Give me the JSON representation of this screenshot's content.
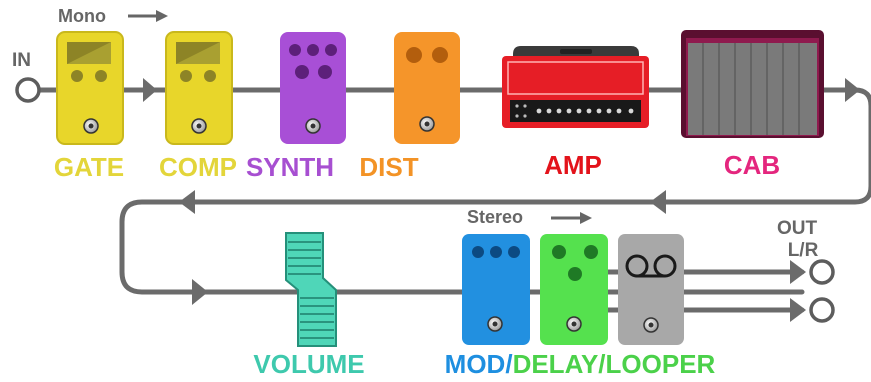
{
  "labels": {
    "mono": "Mono",
    "stereo": "Stereo",
    "in": "IN",
    "out_line1": "OUT",
    "out_line2": "L/R"
  },
  "modules": [
    {
      "id": "gate",
      "label": "GATE",
      "color": "#e8d62a",
      "label_color": "#e3d53a"
    },
    {
      "id": "comp",
      "label": "COMP",
      "color": "#e8d62a",
      "label_color": "#e3d53a"
    },
    {
      "id": "synth",
      "label": "SYNTH",
      "color": "#a84fd6",
      "label_color": "#a74fd1"
    },
    {
      "id": "dist",
      "label": "DIST",
      "color": "#f5952a",
      "label_color": "#f39326"
    },
    {
      "id": "amp",
      "label": "AMP",
      "color": "#e61e26",
      "label_color": "#e3131b"
    },
    {
      "id": "cab",
      "label": "CAB",
      "color": "#9e1a5a",
      "label_color": "#e4267e"
    },
    {
      "id": "volume",
      "label": "VOLUME",
      "color": "#4fd6b8",
      "label_color": "#3ec9ad"
    },
    {
      "id": "mod",
      "label": "MOD",
      "color": "#2290e0",
      "label_color": "#1e8fe0"
    },
    {
      "id": "delay",
      "label": "DELAY",
      "color": "#55e14e",
      "label_color": "#4bd14a"
    },
    {
      "id": "looper",
      "label": "LOOPER",
      "color": "#a8a8a8",
      "label_color": "#4bd14a"
    }
  ],
  "separators": [
    "/",
    "/"
  ],
  "colors": {
    "signal_line": "#6b6b6b",
    "jack_stroke": "#5d5d5d",
    "mono_text": "#666666"
  }
}
